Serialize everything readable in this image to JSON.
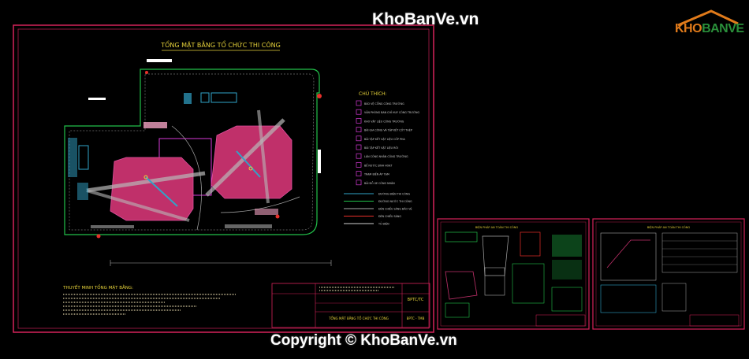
{
  "watermark_top": "KhoBanVe.vn",
  "watermark_bottom": "Copyright © KhoBanVe.vn",
  "logo": {
    "left": "KHO",
    "right": "BANVE",
    "icon": "house-roof-icon"
  },
  "main_sheet": {
    "title": "TỔNG MẶT BẰNG TỔ CHỨC THI CÔNG",
    "legend_title": "CHÚ THÍCH:",
    "legend_items": [
      "BẢO VỆ CỔNG CÔNG TRƯỜNG",
      "VĂN PHÒNG BAN CHỈ HUY CÔNG TRƯỜNG",
      "KHO VẬT LIỆU CÔNG TRƯỜNG",
      "BÃI GIA CÔNG VÀ TẬP KẾT CỐT THÉP",
      "BÃI TẬP KẾT VẬT LIỆU CỐP PHA",
      "BÃI TẬP KẾT VẬT LIỆU RỜI",
      "LÁN CÔNG NHÂN CÔNG TRƯỜNG",
      "BỂ NƯỚC SINH HOẠT",
      "TRẠM BIẾN ÁP TẠM",
      "BÃI ĐỖ XE CÔNG NHÂN"
    ],
    "line_legend": [
      "ĐƯỜNG ĐIỆN THI CÔNG",
      "ĐƯỜNG NƯỚC THI CÔNG",
      "ĐÈN CHIẾU SÁNG BẢO VỆ",
      "ĐÈN CHIẾU SÁNG",
      "TỦ ĐIỆN"
    ],
    "notes_title": "THUYẾT MINH TỔNG MẶT BẰNG:",
    "title_block": {
      "drawing_name": "TỔNG MẶT BẰNG TỔ CHỨC THI CÔNG",
      "code": "BPTC/TC",
      "sheet": "BPTC - TMB"
    }
  },
  "sheet2_title": "BIỆN PHÁP AN TOÀN THI CÔNG",
  "sheet3_title": "BIỆN PHÁP AN TOÀN THI CÔNG",
  "colors": {
    "frame_red": "#d6225a",
    "crane_pink": "#c0306a",
    "green": "#22c04a",
    "cyan": "#31a3c8",
    "yellow": "#e6d23a",
    "magenta": "#d83ad8"
  }
}
